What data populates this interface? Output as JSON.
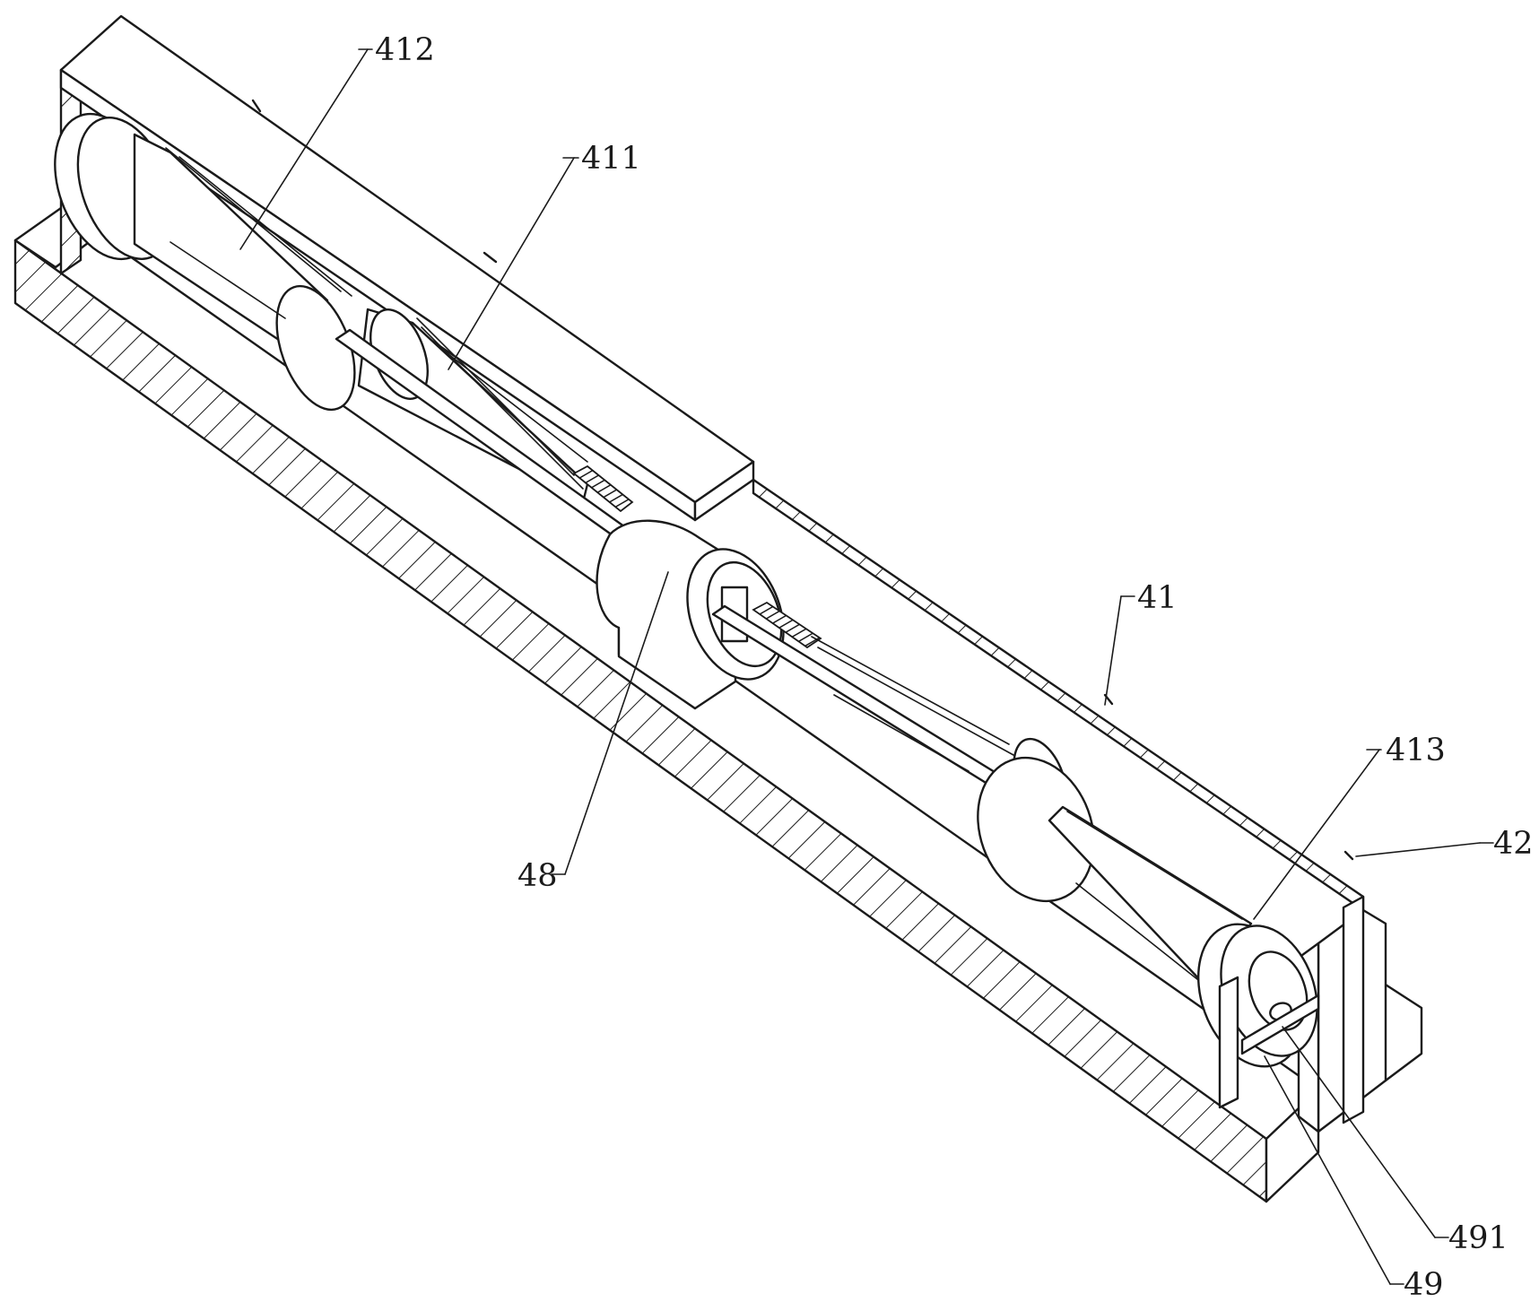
{
  "figure": {
    "labels": {
      "l412": "412",
      "l411": "411",
      "l41": "41",
      "l413": "413",
      "l42": "42",
      "l48": "48",
      "l491": "491",
      "l49": "49"
    }
  }
}
